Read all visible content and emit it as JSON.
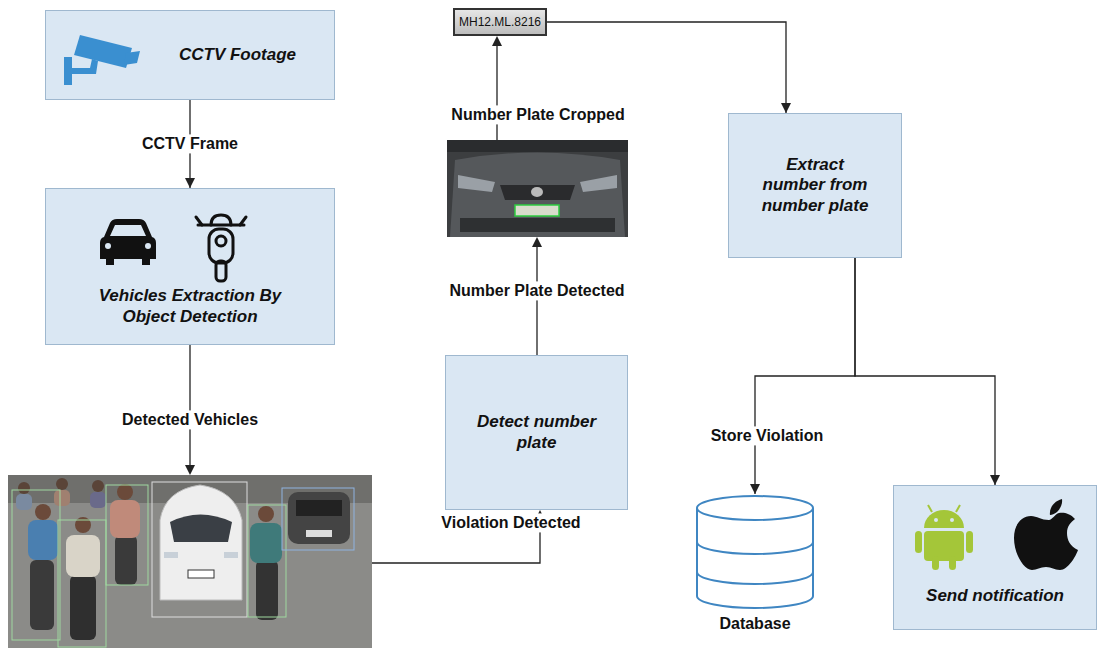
{
  "diagram": {
    "nodes": [
      {
        "text": [
          "CCTV Footage"
        ]
      },
      {
        "text": [
          "Vehicles Extraction By Object Detection"
        ]
      },
      {
        "text": [
          "Detect number plate"
        ]
      },
      {
        "text": [
          "MH12.ML.8216"
        ]
      },
      {
        "text": [
          "Extract number from number plate"
        ]
      },
      {
        "text": [
          "Database"
        ]
      },
      {
        "text": [
          "Send notification"
        ]
      }
    ],
    "edges": [
      {
        "from": 0,
        "to": 1,
        "label": "CCTV Frame",
        "arrow": "to"
      },
      {
        "from": 3,
        "to": 4,
        "arrow": "to"
      },
      {
        "from": 4,
        "to": 5,
        "label": "Store Violation",
        "arrow": "to"
      },
      {
        "from": 4,
        "to": 6,
        "arrow": "to"
      }
    ],
    "labels": [
      "Detected Vehicles",
      "Violation Detected",
      "Number Plate Detected",
      "Number Plate Cropped"
    ]
  }
}
